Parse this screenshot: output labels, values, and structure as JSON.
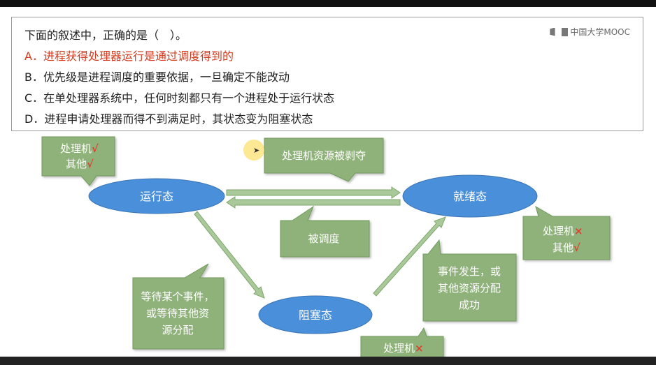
{
  "question": {
    "stem": "下面的叙述中，正确的是（　）。",
    "options": [
      "A．进程获得处理器运行是通过调度得到的",
      "B．优先级是进程调度的重要依据，一旦确定不能改动",
      "C．在单处理器系统中，任何时刻都只有一个进程处于运行状态",
      "D．进程申请处理器而得不到满足时，其状态变为阻塞状态"
    ],
    "answer_color": "#d43b1f"
  },
  "logo": {
    "text": "中国大学MOOC"
  },
  "diagram": {
    "states": {
      "running": "运行态",
      "ready": "就绪态",
      "blocked": "阻塞态"
    },
    "callouts": {
      "running_resources": {
        "line1": "处理机",
        "line2": "其他",
        "mark1": "√",
        "mark2": "√"
      },
      "preempted": "处理机资源被剥夺",
      "scheduled": "被调度",
      "ready_resources": {
        "line1": "处理机",
        "line2": "其他",
        "mark1": "×",
        "mark2": "√"
      },
      "wait_event": [
        "等待某个事件，",
        "或等待其他资",
        "源分配"
      ],
      "event_occurs": [
        "事件发生，或",
        "其他资源分配",
        "成功"
      ],
      "blocked_resources": {
        "line1": "处理机",
        "mark1": "×"
      }
    },
    "colors": {
      "callout_fill": "#8fb27a",
      "callout_stroke": "#6f9a5c",
      "state_fill": "#4a8fd9",
      "arrow_fill": "#a9c99a",
      "mark_red": "#e23a2a"
    }
  }
}
